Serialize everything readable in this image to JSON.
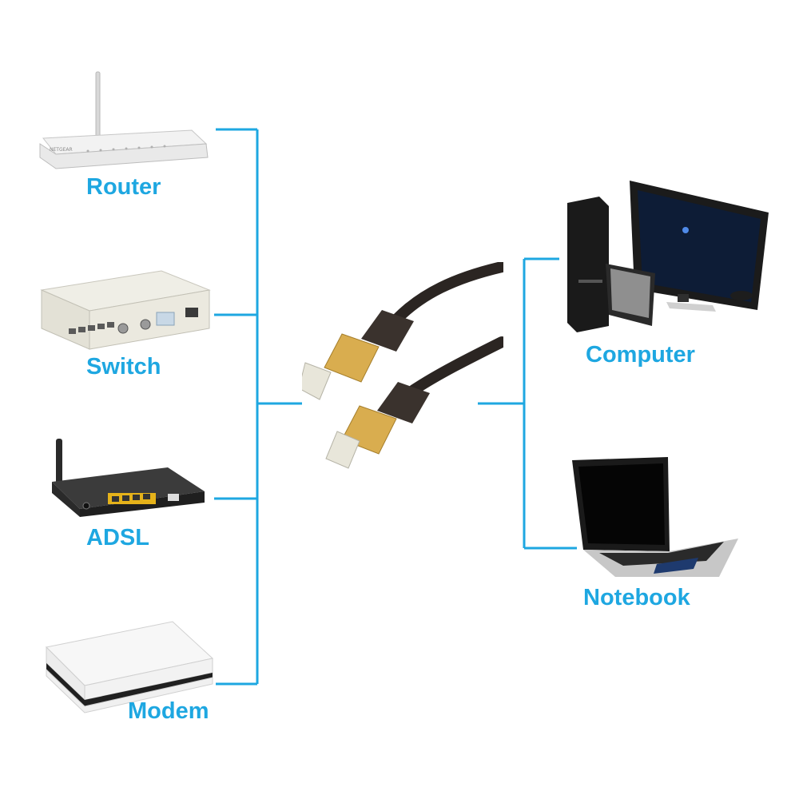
{
  "colors": {
    "line": "#1ea7e1",
    "label": "#1ea7e1",
    "cable": "#2b2522",
    "plug_gold": "#d9ad4f"
  },
  "left_devices": [
    {
      "label": "Router",
      "icon": "router-icon"
    },
    {
      "label": "Switch",
      "icon": "switch-icon"
    },
    {
      "label": "ADSL",
      "icon": "adsl-modem-icon"
    },
    {
      "label": "Modem",
      "icon": "modem-icon"
    }
  ],
  "center": {
    "icon": "ethernet-cable-icon"
  },
  "right_devices": [
    {
      "label": "Computer",
      "icon": "desktop-computer-icon"
    },
    {
      "label": "Notebook",
      "icon": "laptop-icon"
    }
  ]
}
